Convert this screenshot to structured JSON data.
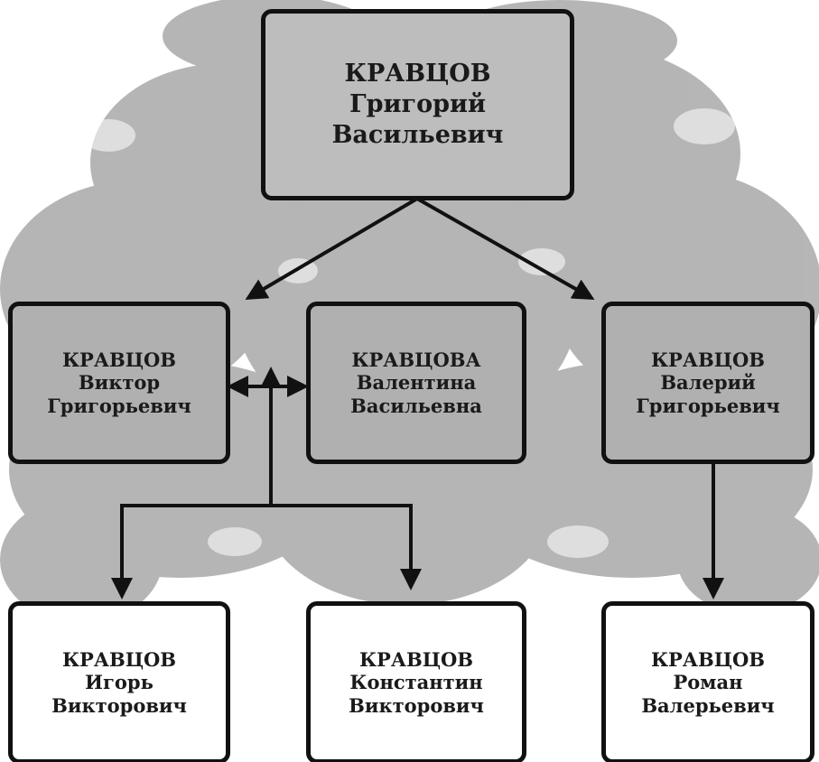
{
  "diagram": {
    "root": {
      "surname": "КРАВЦОВ",
      "given": "Григорий",
      "patronymic": "Васильевич"
    },
    "generation2": [
      {
        "surname": "КРАВЦОВ",
        "given": "Виктор",
        "patronymic": "Григорьевич"
      },
      {
        "surname": "КРАВЦОВА",
        "given": "Валентина",
        "patronymic": "Васильевна"
      },
      {
        "surname": "КРАВЦОВ",
        "given": "Валерий",
        "patronymic": "Григорьевич"
      }
    ],
    "generation3": [
      {
        "surname": "КРАВЦОВ",
        "given": "Игорь",
        "patronymic": "Викторович"
      },
      {
        "surname": "КРАВЦОВ",
        "given": "Константин",
        "patronymic": "Викторович"
      },
      {
        "surname": "КРАВЦОВ",
        "given": "Роман",
        "patronymic": "Валерьевич"
      }
    ],
    "colors": {
      "border": "#111111",
      "tree": "#a9a9a9",
      "root_fill": "#bdbdbd",
      "gen2_fill": "#b0b0b0",
      "gen3_fill": "#ffffff",
      "arrow": "#111111"
    },
    "icons": [
      "tree-silhouette-icon"
    ]
  }
}
